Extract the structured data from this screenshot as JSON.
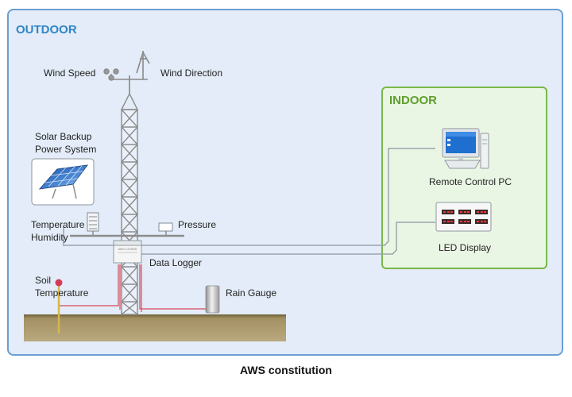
{
  "outdoor": {
    "title": "OUTDOOR"
  },
  "indoor": {
    "title": "INDOOR"
  },
  "labels": {
    "wind_speed": "Wind Speed",
    "wind_direction": "Wind Direction",
    "solar_line1": "Solar Backup",
    "solar_line2": "Power System",
    "temperature": "Temperature",
    "humidity": "Humidity",
    "pressure": "Pressure",
    "data_logger": "Data Logger",
    "soil_line1": "Soil",
    "soil_line2": "Temperature",
    "rain_gauge": "Rain Gauge",
    "remote_pc": "Remote Control PC",
    "led_display": "LED Display",
    "logger_plate": "AWS LOGGER"
  },
  "caption": "AWS constitution",
  "colors": {
    "outdoor_border": "#6a9fd2",
    "indoor_border": "#79b847",
    "cable_red": "#d94a5a",
    "sensor_pin": "#d43a5a",
    "ground": "#a39164"
  }
}
